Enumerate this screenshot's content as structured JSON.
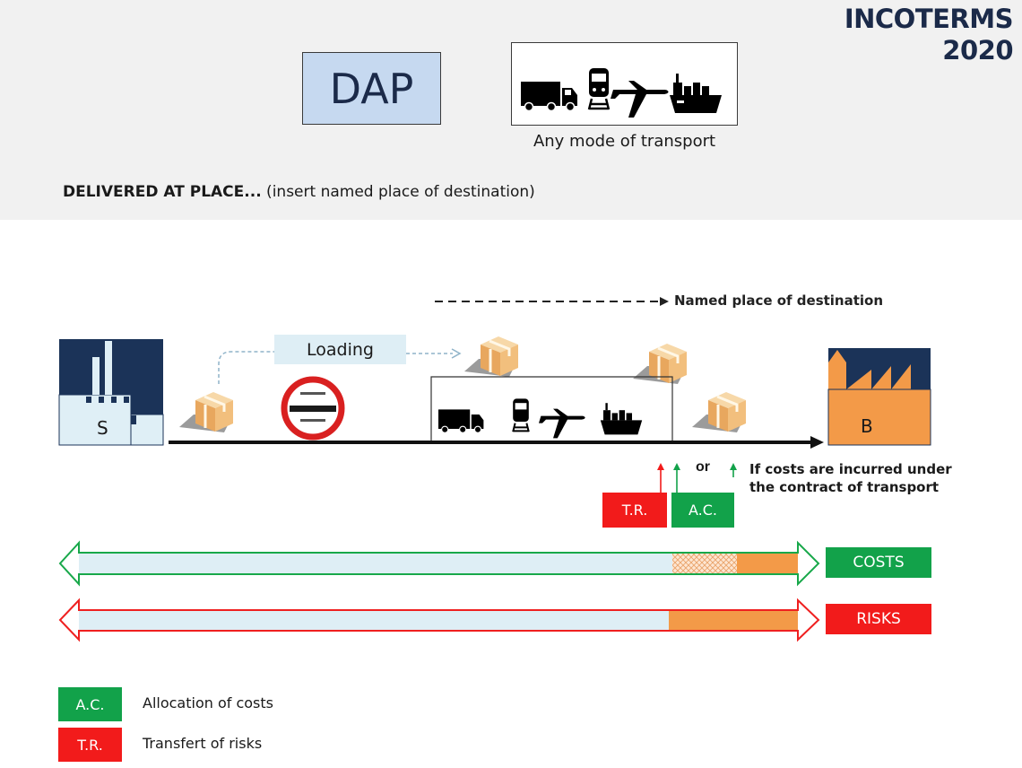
{
  "brand": {
    "line1": "INCOTERMS",
    "line2": "2020"
  },
  "rule_code": "DAP",
  "transport": {
    "caption": "Any mode of transport",
    "icons": [
      "truck-icon",
      "train-icon",
      "plane-icon",
      "ship-icon"
    ]
  },
  "term": {
    "bold": "DELIVERED AT PLACE...",
    "rest": " (insert named place of destination)"
  },
  "diagram": {
    "destination_label": "Named place of destination",
    "loading_label": "Loading",
    "seller_label": "S",
    "buyer_label": "B",
    "customs_sign": "export-customs-icon",
    "or_label": "or",
    "note_line1": "If costs are incurred under",
    "note_line2": "the contract of transport",
    "tr_label": "T.R.",
    "ac_label": "A.C."
  },
  "bars": {
    "costs_label": "COSTS",
    "risks_label": "RISKS"
  },
  "legend": [
    {
      "tag": "A.C.",
      "text": "Allocation of costs"
    },
    {
      "tag": "T.R.",
      "text": "Transfert of risks"
    }
  ],
  "colors": {
    "seller_bg": "#1b3358",
    "seller_building": "#dfeff6",
    "buyer_bg": "#1b3358",
    "buyer_building": "#f39a48",
    "seller_share": "#deeef5",
    "buyer_share": "#f39a48",
    "costs_border": "#18a84a",
    "risks_border": "#ef2020",
    "tag_green": "#12a24a",
    "tag_red": "#f21b1b"
  }
}
